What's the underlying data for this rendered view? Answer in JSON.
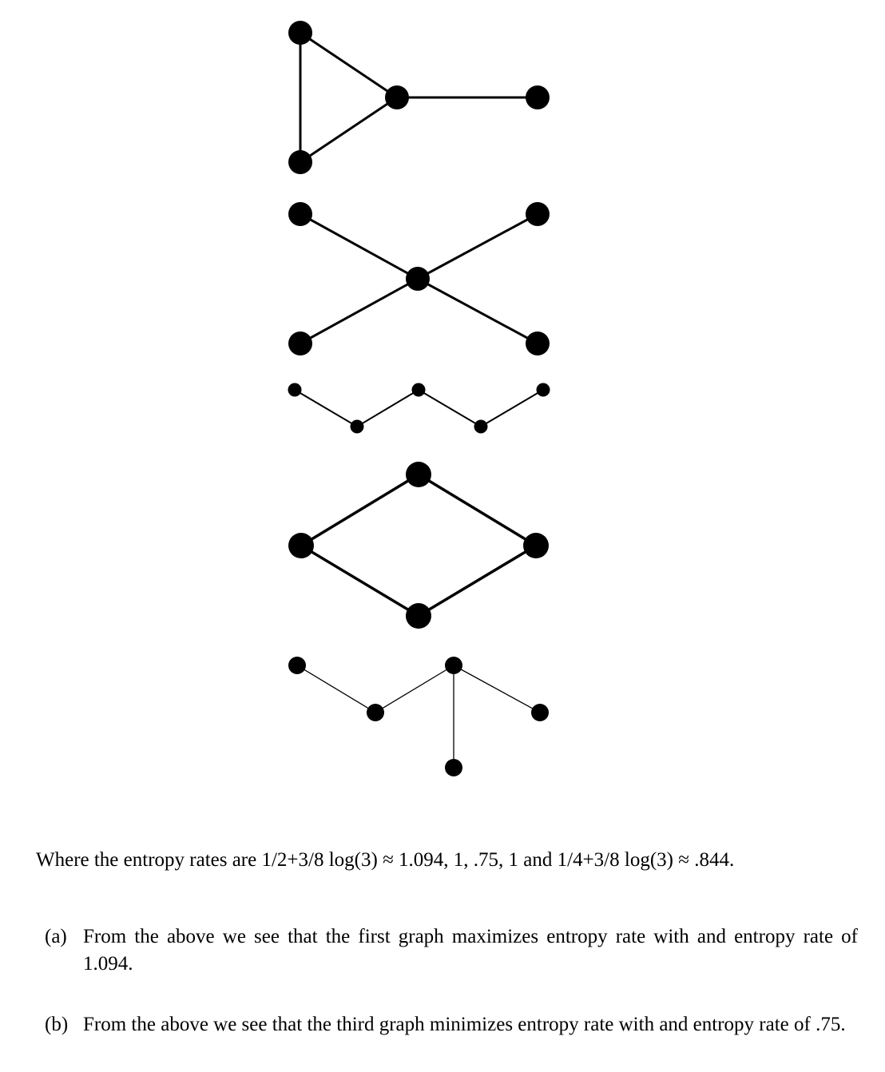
{
  "intro": {
    "text": "Where the entropy rates are 1/2+3/8 log(3) ≈ 1.094,  1,  .75,  1 and 1/4+3/8 log(3) ≈ .844."
  },
  "items": [
    {
      "label": "(a)",
      "text": "From the above we see that the first graph maximizes entropy rate with and entropy rate of 1.094."
    },
    {
      "label": "(b)",
      "text": "From the above we see that the third graph minimizes entropy rate with and entropy rate of .75."
    }
  ],
  "colors": {
    "ink": "#000000",
    "background": "#ffffff"
  }
}
